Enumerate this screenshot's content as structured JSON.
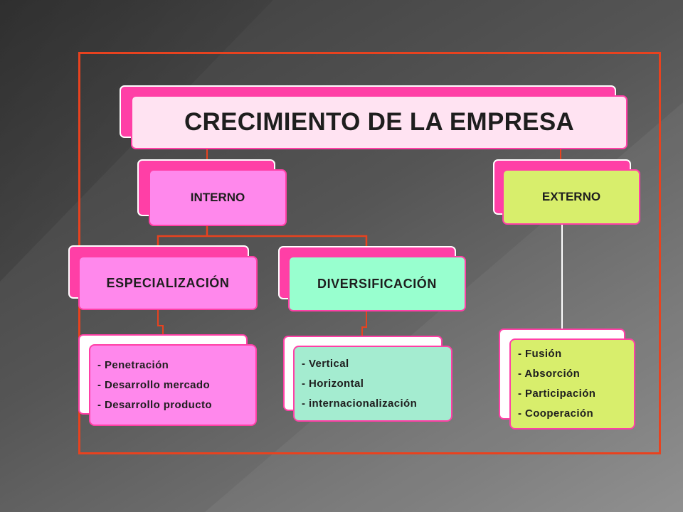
{
  "diagram": {
    "title": "CRECIMIENTO DE LA EMPRESA",
    "interno": {
      "label": "INTERNO",
      "especializacion": {
        "label": "ESPECIALIZACIÓN",
        "items": [
          "- Penetración",
          "- Desarrollo mercado",
          "- Desarrollo producto"
        ]
      },
      "diversificacion": {
        "label": "DIVERSIFICACIÓN",
        "items": [
          "- Vertical",
          "- Horizontal",
          "- internacionalización"
        ]
      }
    },
    "externo": {
      "label": "EXTERNO",
      "items": [
        "- Fusión",
        "- Absorción",
        "- Participación",
        "- Cooperación"
      ]
    }
  },
  "colors": {
    "frame": "#e8421f",
    "node_back": "#ff3fa6",
    "title_fill": "#ffe3f2",
    "interno_fill": "#ff88ec",
    "externo_fill": "#d8ee6c",
    "diversificacion_fill": "#98ffcf",
    "diversificacion_list_fill": "#a4ecd0",
    "connector_red": "#e8421f",
    "connector_white": "#ffffff"
  }
}
